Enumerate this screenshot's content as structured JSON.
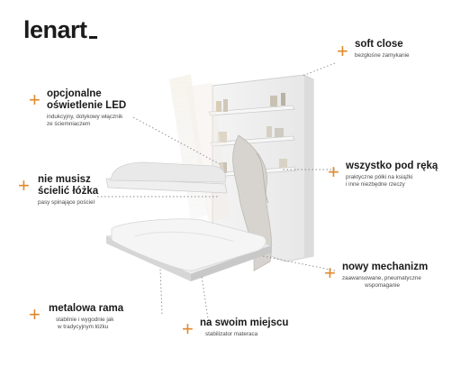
{
  "brand": {
    "logo": "lenart"
  },
  "accent": "#e08a2c",
  "features": {
    "soft_close": {
      "title": "soft close",
      "desc": "bezgłośne zamykanie"
    },
    "led": {
      "title_line1": "opcjonalne",
      "title_line2": "oświetlenie LED",
      "desc_line1": "indukcyjny, dotykowy włącznik",
      "desc_line2": "ze ściemniaczem"
    },
    "bedding": {
      "title_line1": "nie musisz",
      "title_line2": "ścielić łóżka",
      "desc": "pasy spinające pościel"
    },
    "storage": {
      "title": "wszystko pod ręką",
      "desc_line1": "praktyczne półki na książki",
      "desc_line2": "i inne niezbędne rzeczy"
    },
    "mechanism": {
      "title": "nowy mechanizm",
      "desc_line1": "zaawansowane, pneumatyczne",
      "desc_line2": "wspomaganie"
    },
    "frame": {
      "title": "metalowa rama",
      "desc_line1": "stabilnie i wygodnie jak",
      "desc_line2": "w tradycyjnym łóżku"
    },
    "mattress": {
      "title": "na swoim miejscu",
      "desc": "stabilizator materaca"
    }
  }
}
